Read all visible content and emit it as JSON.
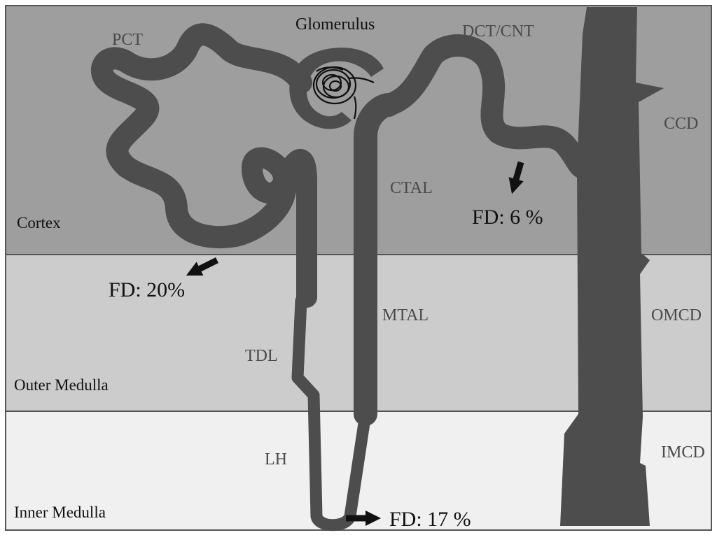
{
  "zones": {
    "cortex": "Cortex",
    "outer_medulla": "Outer Medulla",
    "inner_medulla": "Inner Medulla"
  },
  "segments": {
    "glomerulus": "Glomerulus",
    "pct": "PCT",
    "dct_cnt": "DCT/CNT",
    "ccd": "CCD",
    "ctal": "CTAL",
    "mtal": "MTAL",
    "tdl": "TDL",
    "omcd": "OMCD",
    "lh": "LH",
    "imcd": "IMCD"
  },
  "fd_labels": {
    "dct": "FD: 6 %",
    "pct": "FD: 20%",
    "lh": "FD: 17 %"
  },
  "colors": {
    "cortex": "#9e9e9e",
    "outer_medulla": "#cccccc",
    "inner_medulla": "#f0f0f0",
    "tubule": "#4d4d4d",
    "border": "#555555",
    "arrow": "#111111"
  }
}
